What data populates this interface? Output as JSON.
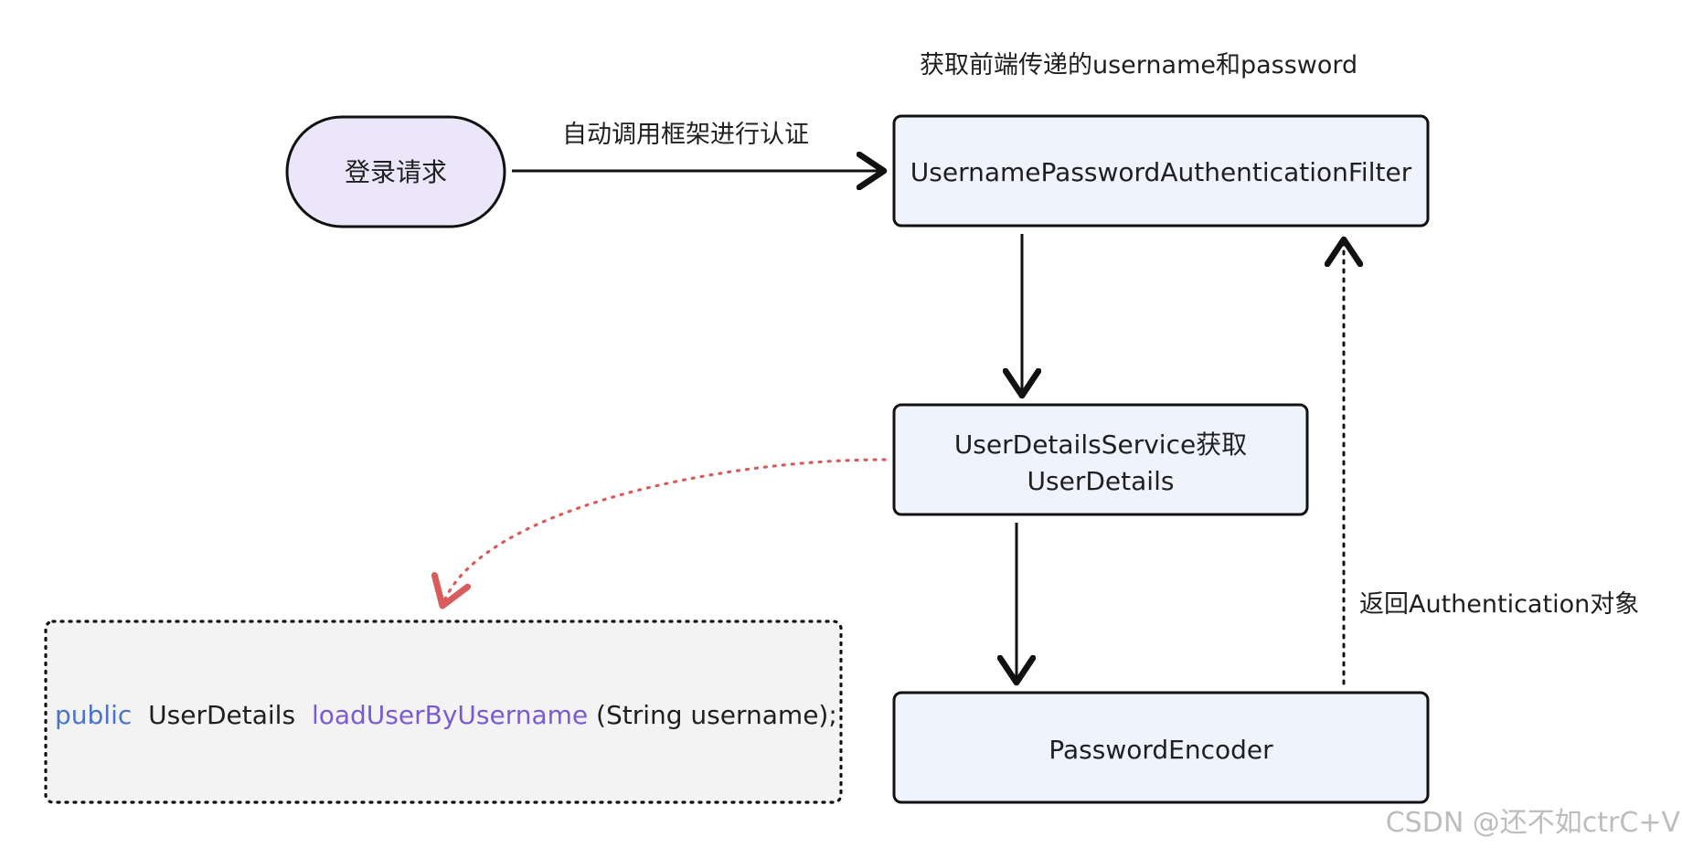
{
  "labels": {
    "top_note": "获取前端传递的username和password",
    "auto_call": "自动调用框架进行认证",
    "return_auth": "返回Authentication对象"
  },
  "nodes": {
    "login_request": "登录请求",
    "filter": "UsernamePasswordAuthenticationFilter",
    "user_details_service_line1": "UserDetailsService获取",
    "user_details_service_line2": "UserDetails",
    "password_encoder": "PasswordEncoder"
  },
  "code": {
    "keyword": "public",
    "return_type": "UserDetails",
    "method": "loadUserByUsername",
    "params": "(String username);"
  },
  "colors": {
    "login_fill": "#ece6fb",
    "box_fill": "#eef3fc",
    "code_fill": "#f3f3f3",
    "keyword": "#4a73c9",
    "method": "#7a5bd1",
    "dotted_red": "#d85c5c",
    "stroke": "#111111"
  },
  "watermark": "CSDN @还不如ctrC+V"
}
